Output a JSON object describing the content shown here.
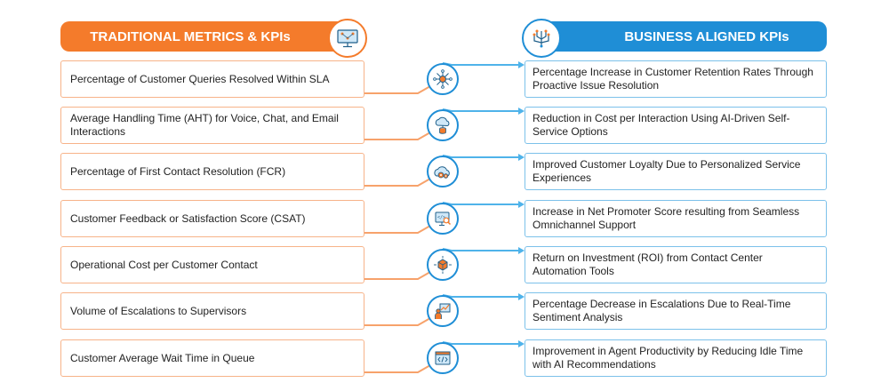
{
  "header": {
    "left_title": "TRADITIONAL METRICS & KPIs",
    "right_title": "BUSINESS ALIGNED KPIs",
    "left_icon": "monitor-network-icon",
    "right_icon": "circuit-brain-icon"
  },
  "colors": {
    "orange": "#f47b2b",
    "blue": "#1f8ed6",
    "orange_connector": "#f7a26b",
    "blue_connector": "#4fb3ea"
  },
  "rows": [
    {
      "traditional": "Percentage of Customer Queries Resolved Within SLA",
      "icon": "network-hub-icon",
      "aligned": "Percentage Increase in Customer Retention Rates Through Proactive Issue Resolution"
    },
    {
      "traditional": "Average Handling Time (AHT) for Voice, Chat, and Email Interactions",
      "icon": "cloud-database-icon",
      "aligned": "Reduction in Cost per Interaction Using AI-Driven Self-Service Options"
    },
    {
      "traditional": "Percentage of First Contact Resolution (FCR)",
      "icon": "cloud-gears-icon",
      "aligned": "Improved Customer Loyalty Due to Personalized Service Experiences"
    },
    {
      "traditional": "Customer Feedback or Satisfaction Score (CSAT)",
      "icon": "code-search-icon",
      "aligned": "Increase in Net Promoter Score resulting from Seamless Omnichannel Support"
    },
    {
      "traditional": "Operational Cost per Customer Contact",
      "icon": "cube-arrows-icon",
      "aligned": "Return on Investment (ROI) from Contact Center Automation Tools"
    },
    {
      "traditional": "Volume of Escalations to Supervisors",
      "icon": "person-chart-icon",
      "aligned": "Percentage Decrease in Escalations Due to Real-Time Sentiment Analysis"
    },
    {
      "traditional": "Customer Average Wait Time in Queue",
      "icon": "code-window-icon",
      "aligned": "Improvement in Agent Productivity by Reducing Idle Time with AI Recommendations"
    }
  ]
}
